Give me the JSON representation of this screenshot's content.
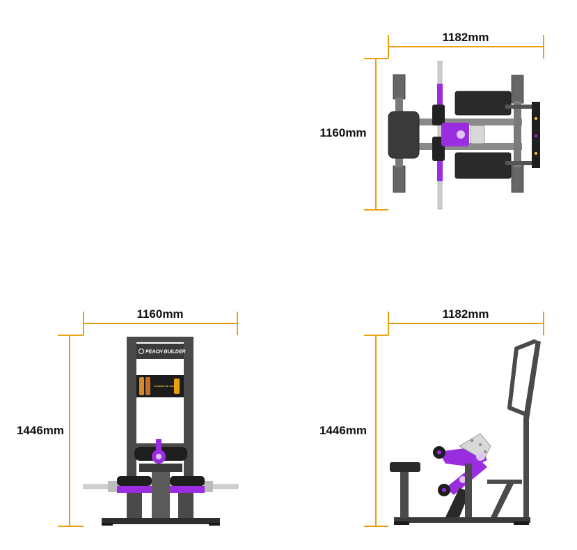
{
  "top_view": {
    "width_label": "1182mm",
    "depth_label": "1160mm"
  },
  "front_view": {
    "width_label": "1160mm",
    "height_label": "1446mm",
    "logo_text": "PEACH BUILDER",
    "panel_text": "STANDING HIP THRUST"
  },
  "side_view": {
    "width_label": "1182mm",
    "height_label": "1446mm"
  },
  "colors": {
    "dimension_line": "#e8a10b",
    "frame": "#4a4a4a",
    "accent": "#9b2de0",
    "pad": "#222222",
    "steel": "#c8c8c8",
    "text": "#111111"
  }
}
